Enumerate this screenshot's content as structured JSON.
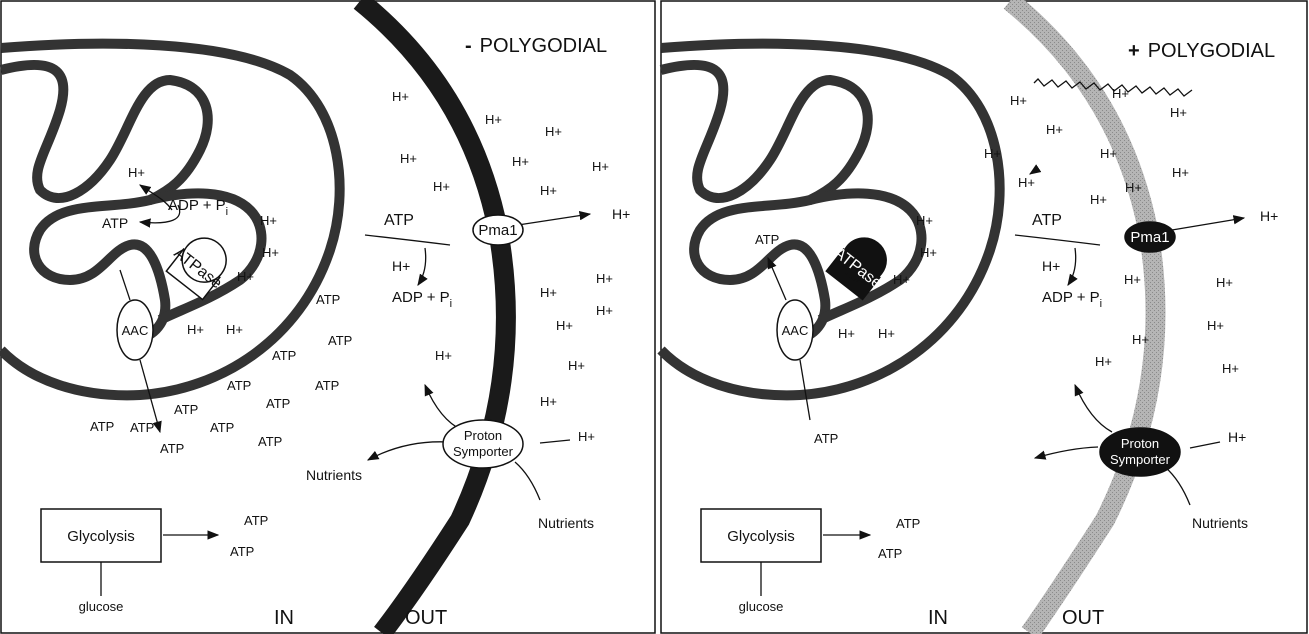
{
  "panels": [
    {
      "title_sign": "-",
      "title_text": "POLYGODIAL",
      "in_label": "IN",
      "out_label": "OUT",
      "glycolysis": "Glycolysis",
      "glucose": "glucose",
      "glycolysis_atp": [
        "ATP",
        "ATP"
      ],
      "atpase": "ATPase",
      "aac": "AAC",
      "pma1": "Pma1",
      "symporter_line1": "Proton",
      "symporter_line2": "Symporter",
      "nutrients_in": "Nutrients",
      "nutrients_out": "Nutrients",
      "mito_atp_out": "ATP",
      "mito_atp_in": "ATP",
      "mito_adp": "ADP + P",
      "mito_h": "H+",
      "pma_atp": "ATP",
      "pma_h_in": "H+",
      "pma_adp": "ADP + P",
      "pma_h_out": "H+",
      "symp_h": "H+",
      "symp_h_out": "H+",
      "sub_i": "i",
      "h_ions": [
        "H+",
        "H+",
        "H+",
        "H+",
        "H+",
        "H+",
        "H+",
        "H+",
        "H+",
        "H+",
        "H+",
        "H+",
        "H+",
        "H+",
        "H+",
        "H+",
        "H+",
        "H+",
        "H+",
        "H+",
        "H+"
      ],
      "atp_cloud": [
        "ATP",
        "ATP",
        "ATP",
        "ATP",
        "ATP",
        "ATP",
        "ATP",
        "ATP",
        "ATP",
        "ATP",
        "ATP"
      ]
    },
    {
      "title_sign": "+",
      "title_text": "POLYGODIAL",
      "in_label": "IN",
      "out_label": "OUT",
      "glycolysis": "Glycolysis",
      "glucose": "glucose",
      "glycolysis_atp": [
        "ATP",
        "ATP"
      ],
      "atpase": "ATPase",
      "aac": "AAC",
      "pma1": "Pma1",
      "symporter_line1": "Proton",
      "symporter_line2": "Symporter",
      "nutrients_out": "Nutrients",
      "mito_atp_out": "ATP",
      "mito_atp_in": "ATP",
      "pma_atp": "ATP",
      "pma_h_in": "H+",
      "pma_adp": "ADP + P",
      "pma_h_out": "H+",
      "symp_h_out": "H+",
      "leak_h": "H+",
      "sub_i": "i",
      "h_ions": [
        "H+",
        "H+",
        "H+",
        "H+",
        "H+",
        "H+",
        "H+",
        "H+",
        "H+",
        "H+",
        "H+",
        "H+",
        "H+",
        "H+",
        "H+",
        "H+",
        "H+",
        "H+",
        "H+",
        "H+",
        "H+"
      ]
    }
  ]
}
